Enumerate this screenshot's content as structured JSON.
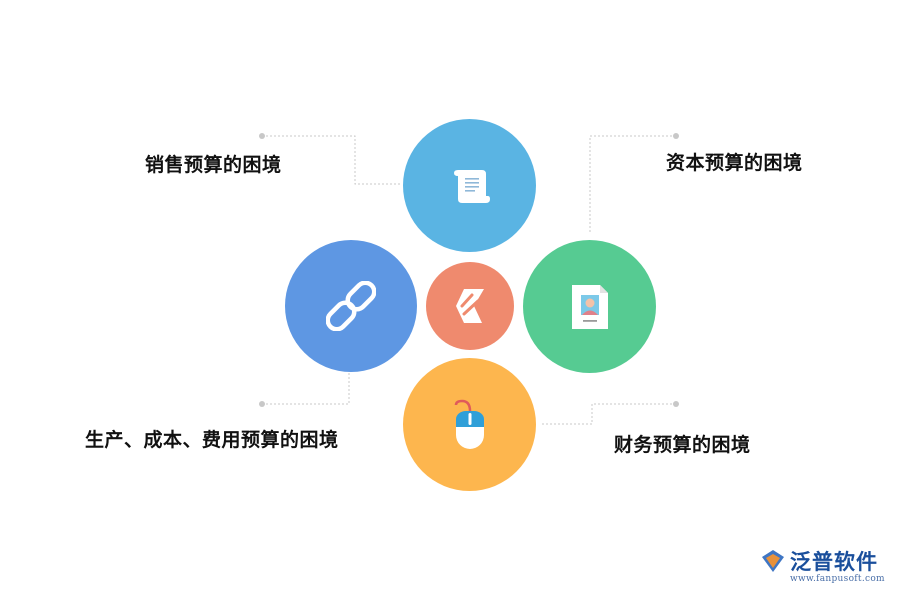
{
  "diagram": {
    "center": {
      "icon": "brand-logo-icon",
      "color": "#ef8a6e"
    },
    "nodes": [
      {
        "id": "top",
        "label": "",
        "icon": "scroll-icon",
        "color": "#5ab4e3"
      },
      {
        "id": "left",
        "label": "",
        "icon": "link-icon",
        "color": "#5e97e3"
      },
      {
        "id": "right",
        "label": "",
        "icon": "id-card-icon",
        "color": "#56cb92"
      },
      {
        "id": "bottom",
        "label": "",
        "icon": "mouse-icon",
        "color": "#fdb64e"
      }
    ],
    "labels": {
      "sales": "销售预算的困境",
      "capital": "资本预算的困境",
      "production": "生产、成本、费用预算的困境",
      "finance": "财务预算的困境"
    }
  },
  "watermark": {
    "name": "泛普软件",
    "url": "www.fanpusoft.com"
  }
}
